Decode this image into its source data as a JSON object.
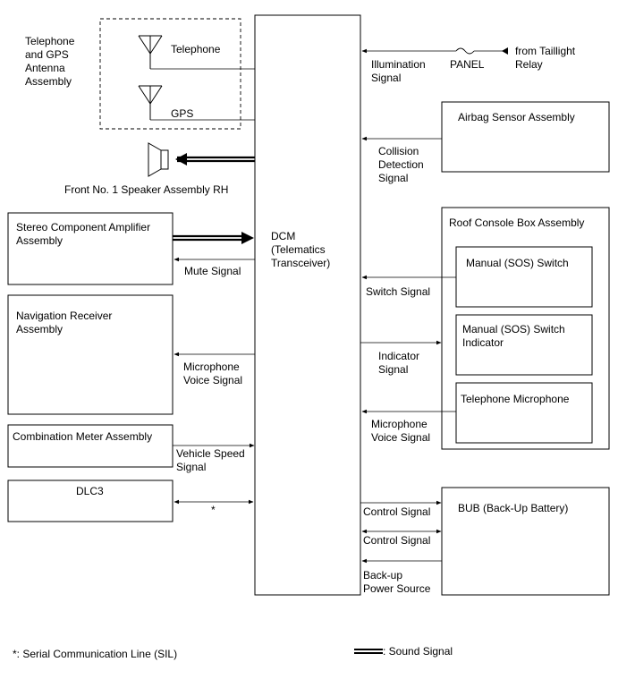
{
  "central": {
    "label_lines": [
      "DCM",
      "(Telematics",
      "Transceiver)"
    ]
  },
  "antenna_group": {
    "label_lines": [
      "Telephone",
      "and GPS",
      "Antenna",
      "Assembly"
    ],
    "telephone_label": "Telephone",
    "gps_label": "GPS"
  },
  "speaker": {
    "label": "Front No. 1 Speaker Assembly RH"
  },
  "left_components": {
    "amplifier": {
      "label_lines": [
        "Stereo Component Amplifier",
        "Assembly"
      ],
      "signal": "Mute Signal"
    },
    "navigation": {
      "label_lines": [
        "Navigation Receiver",
        "Assembly"
      ],
      "signal_lines": [
        "Microphone",
        "Voice Signal"
      ]
    },
    "meter": {
      "label": "Combination Meter Assembly",
      "signal_lines": [
        "Vehicle Speed",
        "Signal"
      ]
    },
    "dlc3": {
      "label": "DLC3",
      "signal": "*"
    }
  },
  "right_components": {
    "illumination": {
      "signal_lines": [
        "Illumination",
        "Signal"
      ],
      "panel_label": "PANEL",
      "source_lines": [
        "from Taillight",
        "Relay"
      ]
    },
    "airbag": {
      "label": "Airbag Sensor Assembly",
      "signal_lines": [
        "Collision",
        "Detection",
        "Signal"
      ]
    },
    "roof_console": {
      "label": "Roof Console Box Assembly",
      "switch": {
        "label": "Manual (SOS) Switch",
        "signal": "Switch Signal"
      },
      "indicator": {
        "label_lines": [
          "Manual (SOS) Switch",
          "Indicator"
        ],
        "signal_lines": [
          "Indicator",
          "Signal"
        ]
      },
      "microphone": {
        "label": "Telephone Microphone",
        "signal_lines": [
          "Microphone",
          "Voice Signal"
        ]
      }
    },
    "bub": {
      "label": "BUB (Back-Up Battery)",
      "control_signal_1": "Control Signal",
      "control_signal_2": "Control Signal",
      "backup_lines": [
        "Back-up",
        "Power Source"
      ]
    }
  },
  "legend": {
    "serial_note": "*: Serial Communication Line (SIL)",
    "sound_label": ": Sound Signal"
  }
}
